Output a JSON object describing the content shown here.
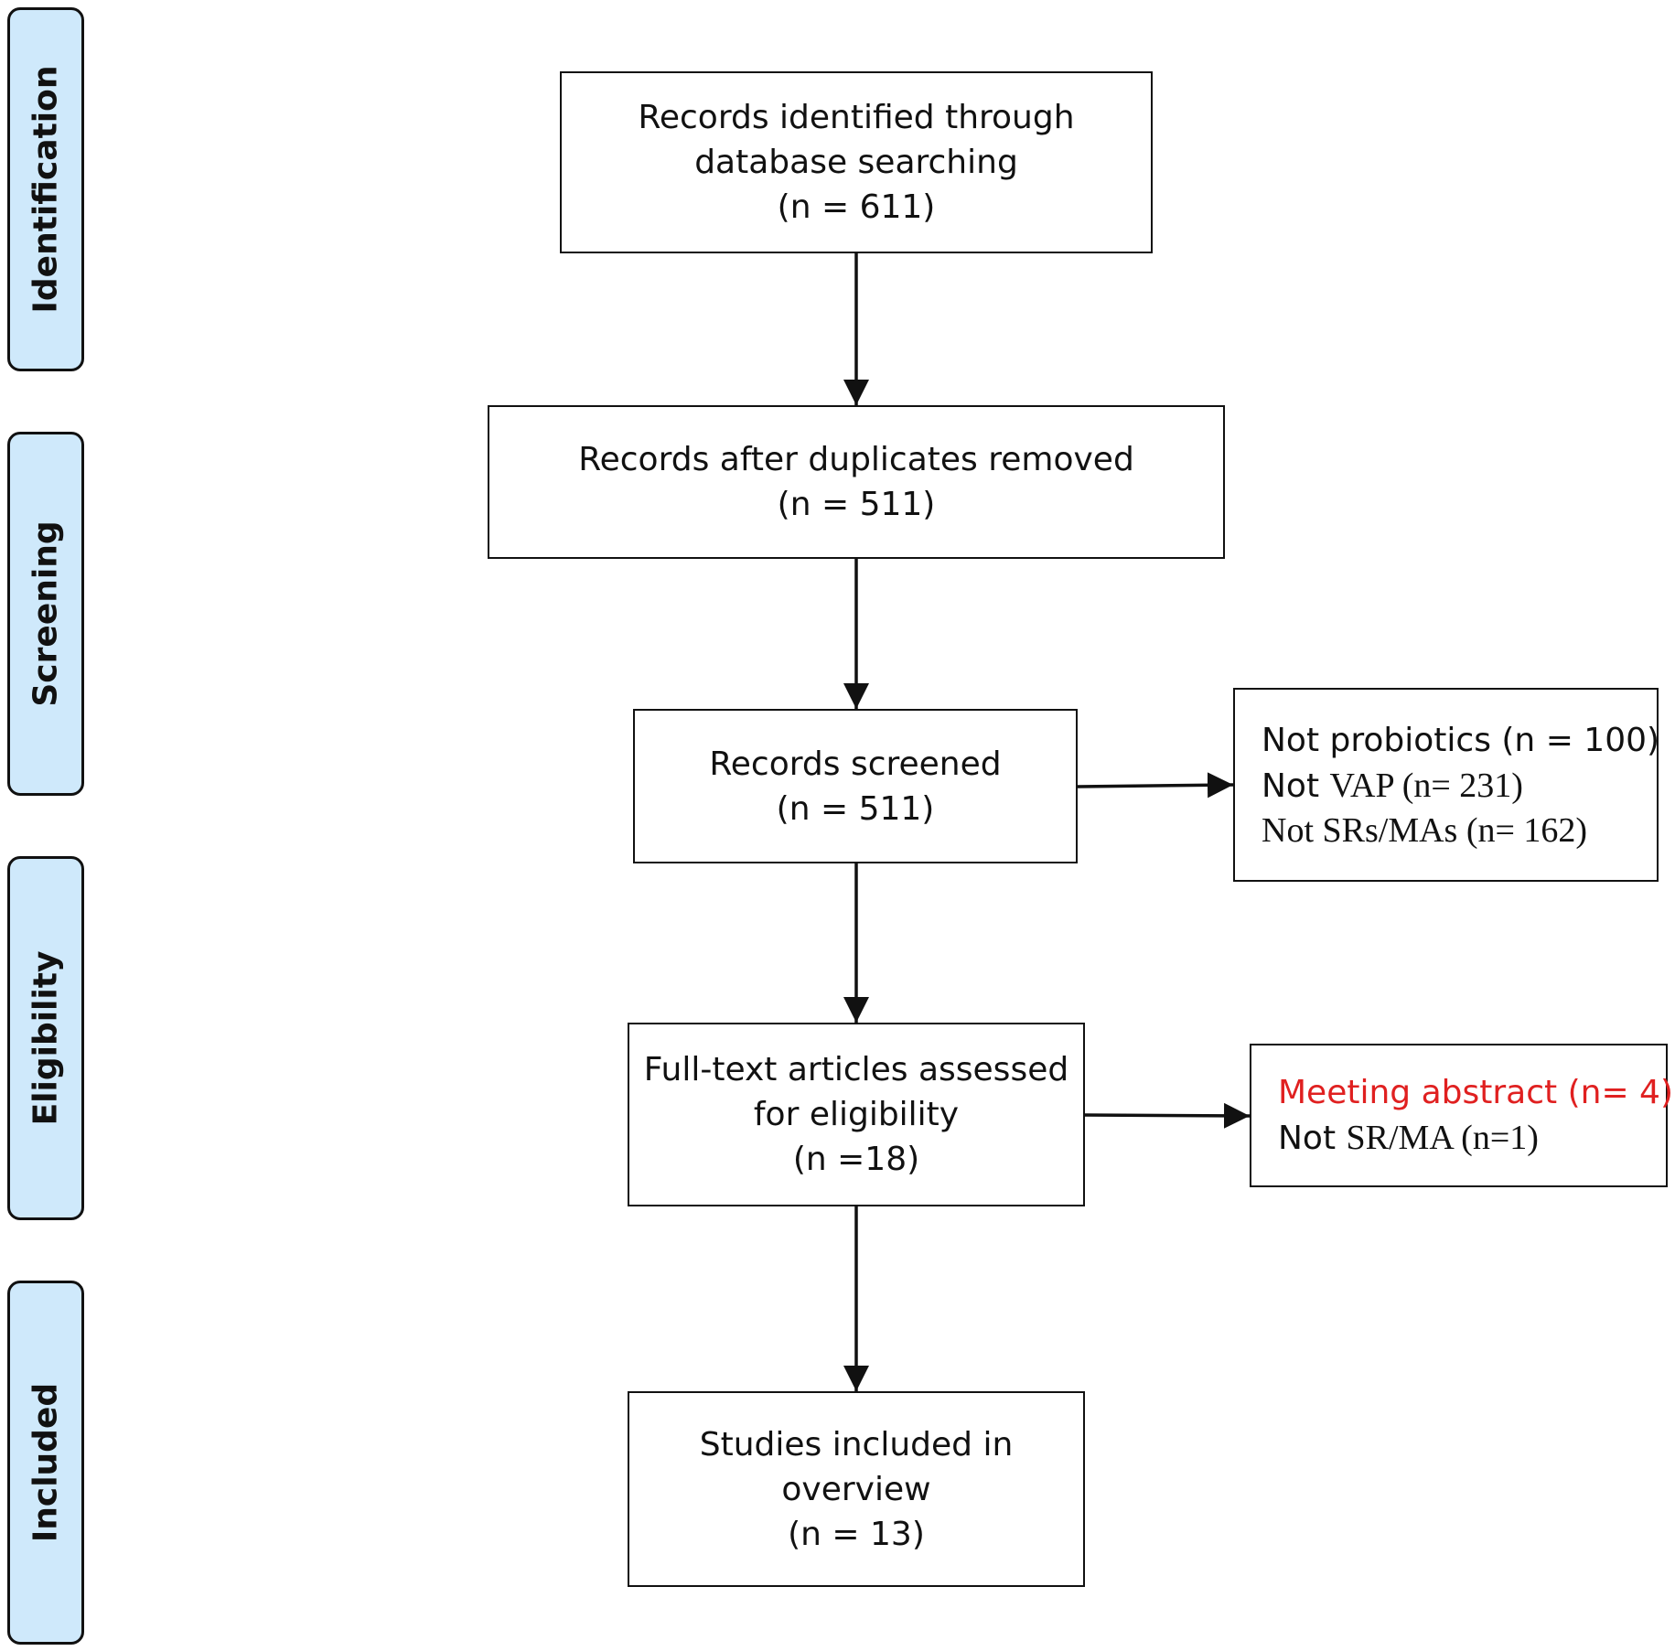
{
  "colors": {
    "phase_fill": "#cfe9fb",
    "stroke": "#111111",
    "highlight_text": "#e02020"
  },
  "phases": {
    "identification": "Identification",
    "screening": "Screening",
    "eligibility": "Eligibility",
    "included": "Included"
  },
  "boxes": {
    "identified": {
      "line1": "Records identified through",
      "line2": "database searching",
      "count": "(n = 611)"
    },
    "deduplicated": {
      "line1": "Records after duplicates removed",
      "count": "(n = 511)"
    },
    "screened": {
      "line1": "Records screened",
      "count": "(n = 511)"
    },
    "fulltext": {
      "line1": "Full-text articles assessed",
      "line2": "for eligibility",
      "count": "(n =18)"
    },
    "included": {
      "line1": "Studies included in",
      "line2": "overview",
      "count": "(n = 13)"
    }
  },
  "exclusions": {
    "screening": {
      "line1_prefix": "Not ",
      "line1_rest": "probiotics (n = 100)",
      "line2_prefix": "Not ",
      "line2_rest": "VAP (n= 231)",
      "line3": "Not SRs/MAs (n= 162)"
    },
    "eligibility": {
      "line1": "Meeting abstract (n= 4)",
      "line2_prefix": "Not ",
      "line2_rest": "SR/MA (n=1)"
    }
  }
}
